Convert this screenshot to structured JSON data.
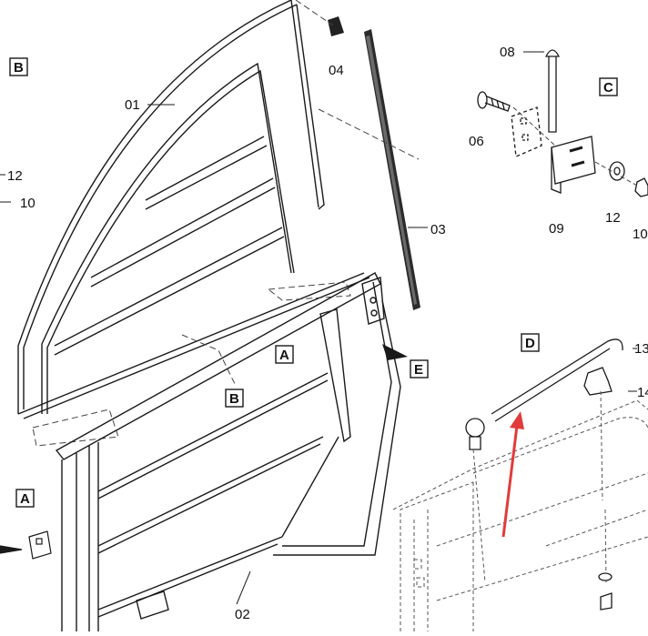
{
  "diagram": {
    "part_labels": {
      "p01": "01",
      "p02": "02",
      "p03": "03",
      "p04": "04",
      "p06": "06",
      "p08": "08",
      "p09": "09",
      "p10a": "10",
      "p10b": "10",
      "p12a": "12",
      "p12b": "12",
      "p13": "13",
      "p14": "14"
    },
    "detail_views": {
      "B_top": "B",
      "B_mid": "B",
      "C": "C",
      "D": "D",
      "A_mid": "A",
      "A_left": "A",
      "E": "E"
    },
    "colors": {
      "line": "#1a1a1a",
      "dashed": "#444444",
      "arrow": "#e23b3b"
    }
  }
}
